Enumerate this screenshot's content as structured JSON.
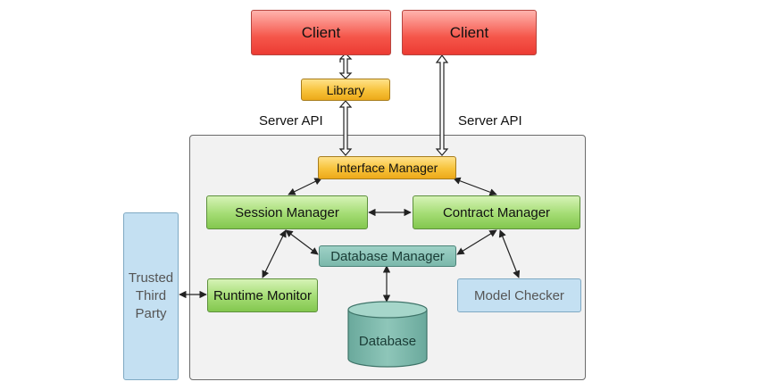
{
  "clients": [
    {
      "label": "Client"
    },
    {
      "label": "Client"
    }
  ],
  "library": "Library",
  "server_api_left": "Server API",
  "server_api_right": "Server API",
  "components": {
    "interface_manager": "Interface Manager",
    "session_manager": "Session Manager",
    "contract_manager": "Contract Manager",
    "database_manager": "Database Manager",
    "runtime_monitor": "Runtime Monitor",
    "model_checker": "Model Checker",
    "database": "Database"
  },
  "trusted_third_party": "Trusted\nThird\nParty",
  "colors": {
    "client": "#f5564a",
    "interface": "#f7c23a",
    "manager": "#a3dc73",
    "database": "#7bb8ab",
    "external": "#c4e0f2",
    "server_bg": "#f2f2f2"
  }
}
